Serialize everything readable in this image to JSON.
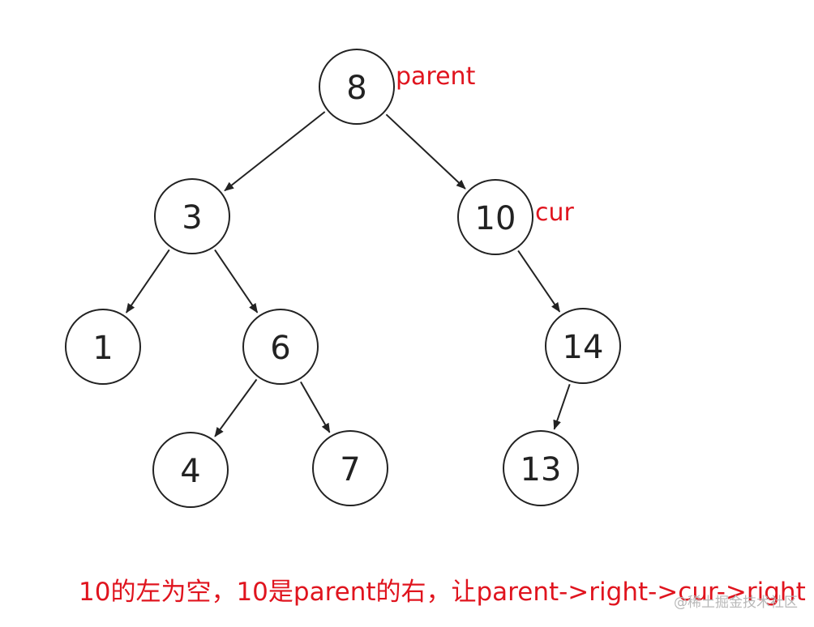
{
  "tree": {
    "nodes": [
      {
        "id": "n8",
        "label": "8"
      },
      {
        "id": "n3",
        "label": "3"
      },
      {
        "id": "n10",
        "label": "10"
      },
      {
        "id": "n1",
        "label": "1"
      },
      {
        "id": "n6",
        "label": "6"
      },
      {
        "id": "n14",
        "label": "14"
      },
      {
        "id": "n4",
        "label": "4"
      },
      {
        "id": "n7",
        "label": "7"
      },
      {
        "id": "n13",
        "label": "13"
      }
    ],
    "edges": [
      {
        "from": "n8",
        "to": "n3"
      },
      {
        "from": "n8",
        "to": "n10"
      },
      {
        "from": "n3",
        "to": "n1"
      },
      {
        "from": "n3",
        "to": "n6"
      },
      {
        "from": "n6",
        "to": "n4"
      },
      {
        "from": "n6",
        "to": "n7"
      },
      {
        "from": "n10",
        "to": "n14"
      },
      {
        "from": "n14",
        "to": "n13"
      }
    ]
  },
  "annotations": {
    "parent_label": "parent",
    "cur_label": "cur",
    "color": "#e0141e"
  },
  "caption": "10的左为空，10是parent的右，让parent->right->cur->right",
  "watermark": "@稀土掘金技术社区"
}
